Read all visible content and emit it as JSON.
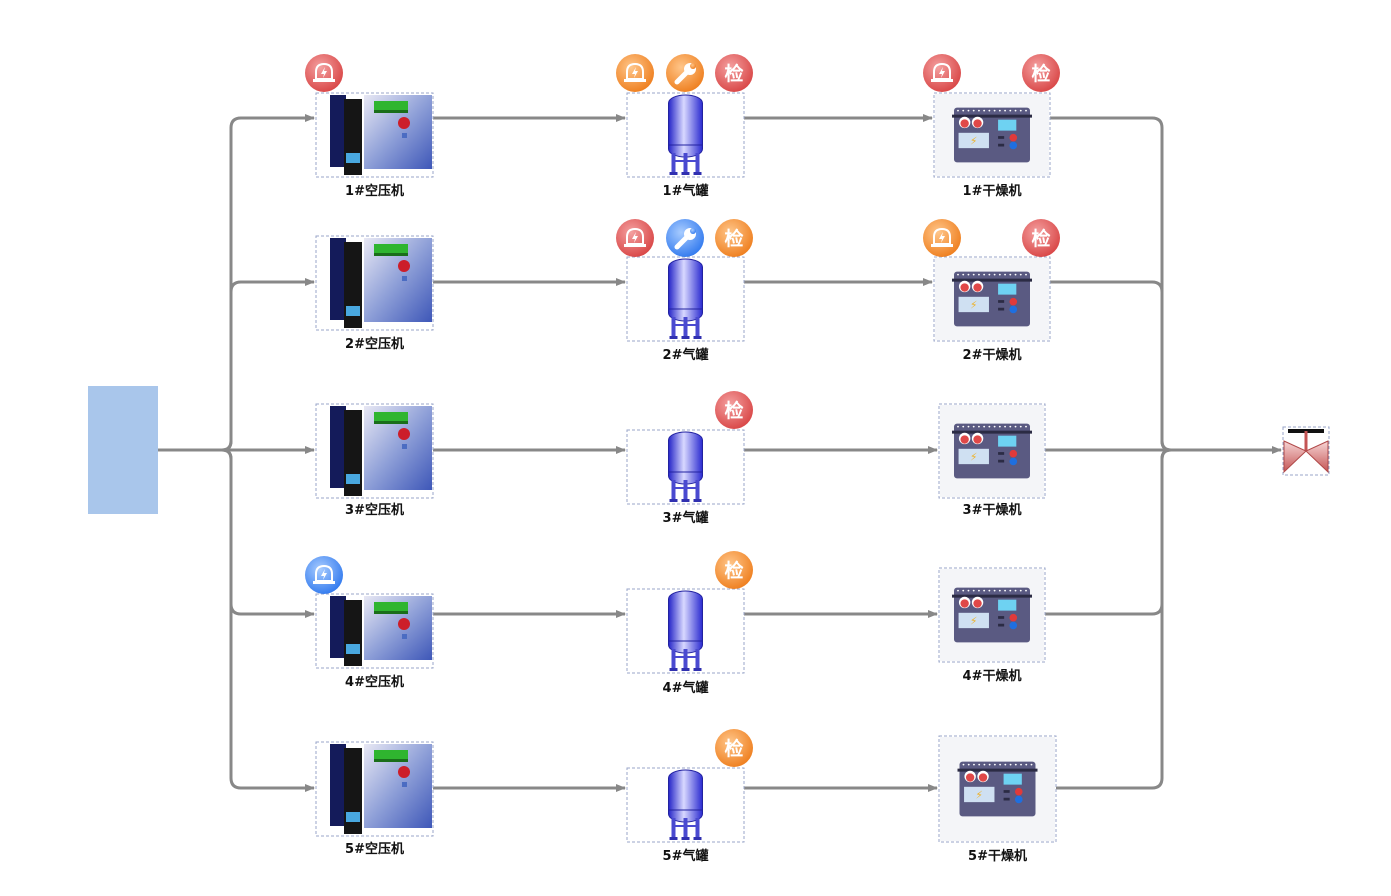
{
  "colors": {
    "pipe": "#888888",
    "source_block": "#a9c6eb",
    "badge_red": "#e05656",
    "badge_orange": "#f28b2b",
    "badge_blue": "#3f86f0",
    "tank": "#3b3bd9",
    "dryer_body": "#5a5a82",
    "compressor_dark": "#141b5a"
  },
  "rows": [
    {
      "compressor": {
        "label": "1#空压机",
        "badges": [
          "red-alarm-icon"
        ]
      },
      "tank": {
        "label": "1#气罐",
        "badges": [
          "orange-alarm-icon",
          "orange-wrench-icon",
          "red-check"
        ]
      },
      "dryer": {
        "label": "1#干燥机",
        "badges": [
          "red-alarm-icon",
          "red-check"
        ]
      }
    },
    {
      "compressor": {
        "label": "2#空压机",
        "badges": []
      },
      "tank": {
        "label": "2#气罐",
        "badges": [
          "red-alarm-icon",
          "blue-wrench-icon",
          "orange-check"
        ]
      },
      "dryer": {
        "label": "2#干燥机",
        "badges": [
          "orange-alarm-icon",
          "red-check"
        ]
      }
    },
    {
      "compressor": {
        "label": "3#空压机",
        "badges": []
      },
      "tank": {
        "label": "3#气罐",
        "badges": [
          "red-check"
        ]
      },
      "dryer": {
        "label": "3#干燥机",
        "badges": []
      }
    },
    {
      "compressor": {
        "label": "4#空压机",
        "badges": [
          "blue-alarm-icon"
        ]
      },
      "tank": {
        "label": "4#气罐",
        "badges": [
          "orange-check"
        ]
      },
      "dryer": {
        "label": "4#干燥机",
        "badges": []
      }
    },
    {
      "compressor": {
        "label": "5#空压机",
        "badges": []
      },
      "tank": {
        "label": "5#气罐",
        "badges": [
          "orange-check"
        ]
      },
      "dryer": {
        "label": "5#干燥机",
        "badges": []
      }
    }
  ],
  "check_glyph": "检",
  "valve": {
    "icon": "valve-icon"
  }
}
